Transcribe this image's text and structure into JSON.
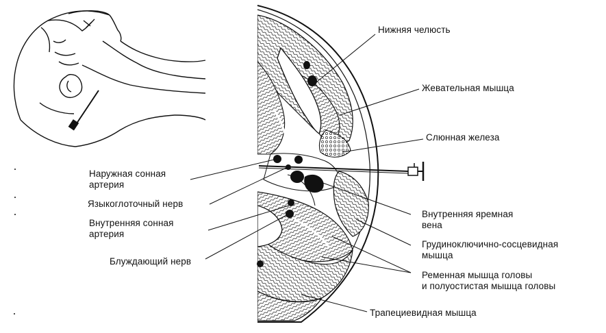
{
  "diagram": {
    "labels_right": {
      "mandible": "Нижняя челюсть",
      "masseter": "Жевательная мышца",
      "salivary_gland": "Слюнная железа",
      "internal_jugular_line1": "Внутренняя яремная",
      "internal_jugular_line2": "вена",
      "scm_line1": "Грудиноключично-сосцевидная",
      "scm_line2": "мышца",
      "splenius_line1": "Ременная мышца головы",
      "splenius_line2": "и полуостистая мышца головы",
      "trapezius": "Трапециевидная мышца"
    },
    "labels_left": {
      "external_carotid_line1": "Наружная сонная",
      "external_carotid_line2": "артерия",
      "glossopharyngeal": "Языкоглоточный нерв",
      "internal_carotid_line1": "Внутренняя сонная",
      "internal_carotid_line2": "артерия",
      "vagus": "Блуждающий нерв"
    }
  }
}
